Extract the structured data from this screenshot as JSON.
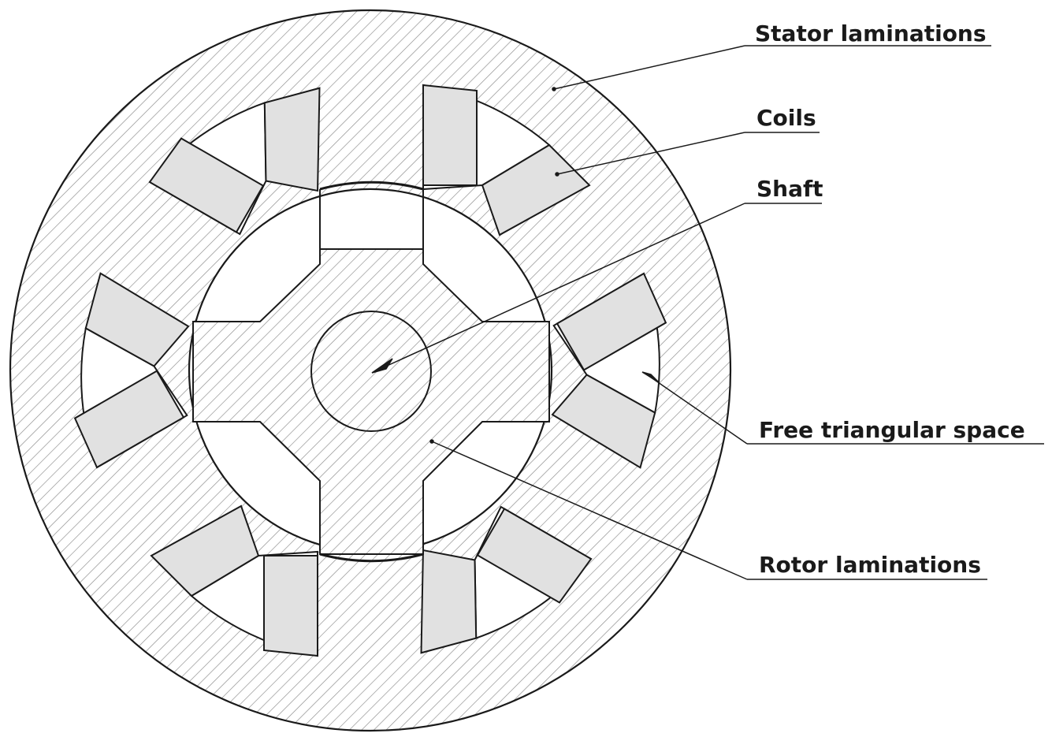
{
  "labels": {
    "stator": "Stator laminations",
    "coils": "Coils",
    "shaft": "Shaft",
    "free_space": "Free triangular space",
    "rotor": "Rotor laminations"
  },
  "colors": {
    "line": "#1a1a1a",
    "hatch": "#8a8a8a",
    "coil_fill": "#e1e1e1",
    "background": "#ffffff"
  }
}
